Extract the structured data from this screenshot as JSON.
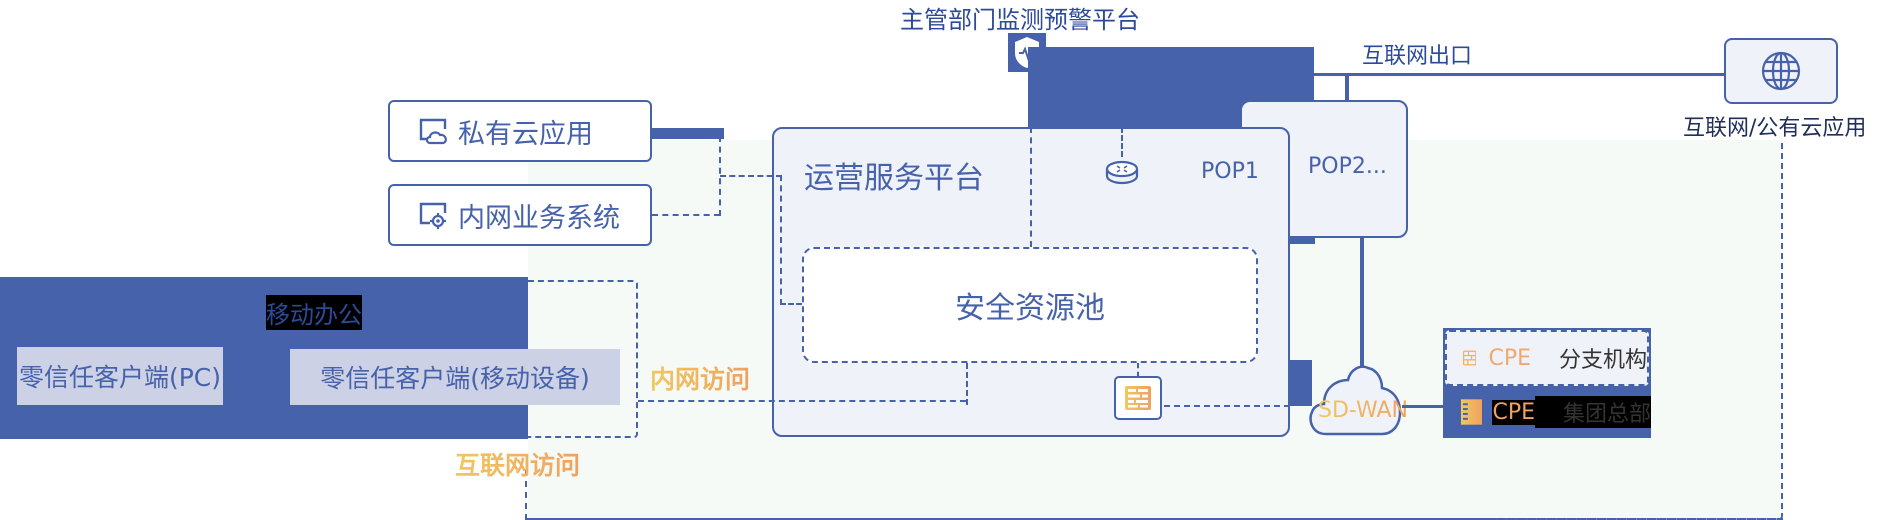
{
  "top": {
    "monitor_platform": "主管部门监测预警平台",
    "internet_exit": "互联网出口",
    "internet_cloud_label": "互联网/公有云应用"
  },
  "apps": {
    "private_cloud": "私有云应用",
    "intranet_system": "内网业务系统"
  },
  "platform": {
    "title": "运营服务平台",
    "pop1": "POP1",
    "pop2": "POP2...",
    "security_pool": "安全资源池"
  },
  "mobile": {
    "title": "移动办公",
    "client_pc": "零信任客户端(PC)",
    "client_mobile": "零信任客户端(移动设备)"
  },
  "access": {
    "intranet": "内网访问",
    "internet": "互联网访问"
  },
  "network": {
    "sdwan": "SD-WAN"
  },
  "cpe": {
    "branch": {
      "tag": "CPE",
      "label": "分支机构"
    },
    "hq": {
      "tag": "CPE",
      "label": "集团总部"
    }
  },
  "colors": {
    "primary": "#4662ab",
    "panel": "#f0f2fa",
    "mint": "#f5faf7",
    "accent_orange_start": "#f0c860",
    "accent_orange_end": "#f0a060",
    "chip": "#cdd1e5"
  }
}
